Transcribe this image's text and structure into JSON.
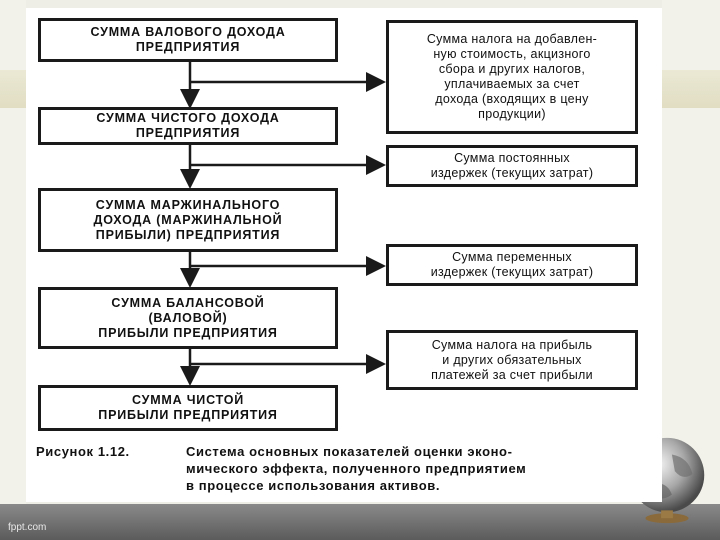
{
  "left_boxes": [
    {
      "text": "СУММА ВАЛОВОГО ДОХОДА\nПРЕДПРИЯТИЯ"
    },
    {
      "text": "СУММА ЧИСТОГО ДОХОДА\nПРЕДПРИЯТИЯ"
    },
    {
      "text": "СУММА МАРЖИНАЛЬНОГО\nДОХОДА (МАРЖИНАЛЬНОЙ\nПРИБЫЛИ) ПРЕДПРИЯТИЯ"
    },
    {
      "text": "СУММА БАЛАНСОВОЙ\n(ВАЛОВОЙ)\nПРИБЫЛИ ПРЕДПРИЯТИЯ"
    },
    {
      "text": "СУММА ЧИСТОЙ\nПРИБЫЛИ ПРЕДПРИЯТИЯ"
    }
  ],
  "right_boxes": [
    {
      "text": "Сумма налога на добавлен-\nную стоимость, акцизного\nсбора и других налогов,\nуплачиваемых за счет\nдохода (входящих в цену\nпродукции)"
    },
    {
      "text": "Сумма постоянных\nиздержек (текущих затрат)"
    },
    {
      "text": "Сумма переменных\nиздержек (текущих затрат)"
    },
    {
      "text": "Сумма налога на прибыль\nи других обязательных\nплатежей за счет прибыли"
    }
  ],
  "caption": {
    "label": "Рисунок 1.12.",
    "line1": "Система основных показателей оценки эконо-",
    "line2": "мического эффекта, полученного предприятием",
    "line3": "в процессе использования активов."
  },
  "watermark": "fppt.com"
}
